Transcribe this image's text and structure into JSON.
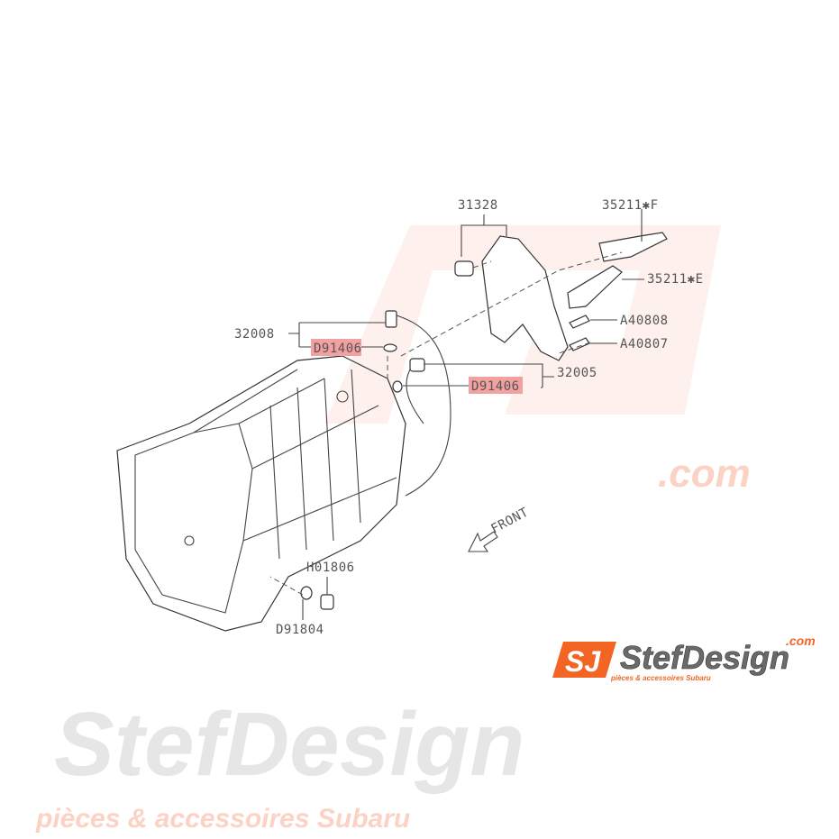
{
  "diagram": {
    "labels": {
      "p31328": "31328",
      "p35211F": "35211✱F",
      "p35211E": "35211✱E",
      "pA40808": "A40808",
      "pA40807": "A40807",
      "p32008": "32008",
      "pD91406a": "D91406",
      "p32005": "32005",
      "pD91406b": "D91406",
      "pH01806": "H01806",
      "pD91804": "D91804",
      "front": "FRONT"
    },
    "highlight_color": "#f2a0a0"
  },
  "watermark": {
    "brand": "StefDesign",
    "domain": ".com",
    "tagline": "pièces & accessoires Subaru",
    "logo_mark": "SJ"
  },
  "logo": {
    "mark": "SJ",
    "brand": "StefDesign",
    "domain": ".com",
    "tagline": "pièces & accessoires Subaru",
    "accent": "#f26522"
  }
}
